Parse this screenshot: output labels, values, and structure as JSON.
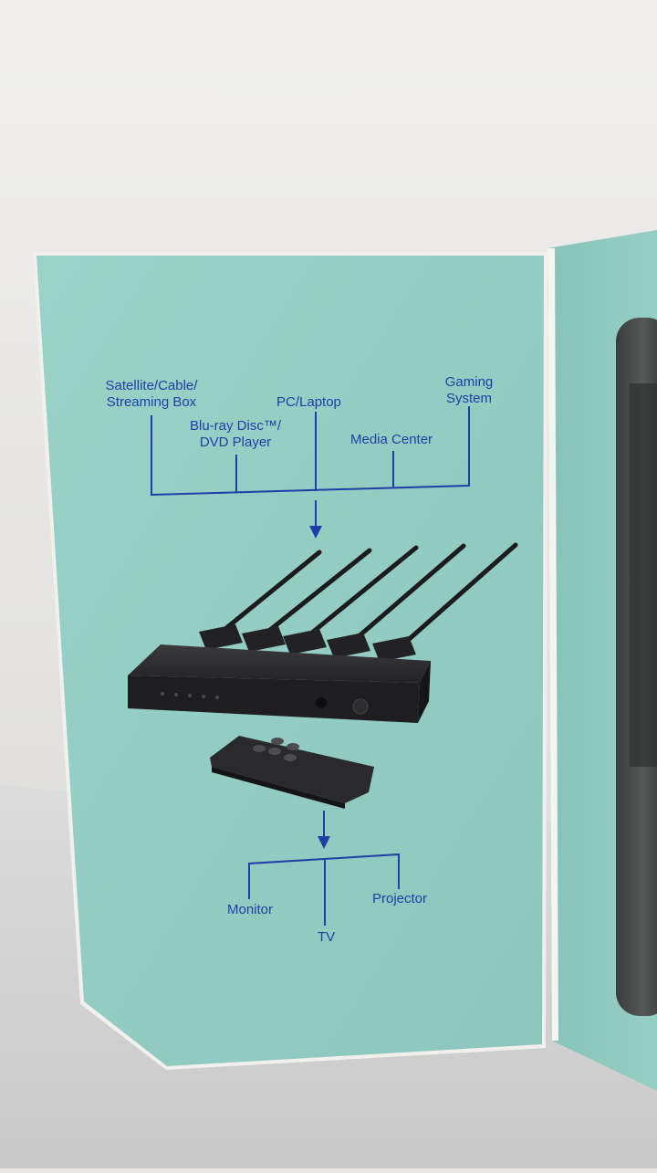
{
  "inputs": {
    "satellite_line1": "Satellite/Cable/",
    "satellite_line2": "Streaming Box",
    "bluray_line1": "Blu-ray Disc™/",
    "bluray_line2": "DVD Player",
    "pc_laptop": "PC/Laptop",
    "media_center": "Media Center",
    "gaming_line1": "Gaming",
    "gaming_line2": "System"
  },
  "outputs": {
    "monitor": "Monitor",
    "tv": "TV",
    "projector": "Projector"
  },
  "colors": {
    "panel": "#93cdc3",
    "line": "#1f3fa6",
    "switch_body": "#2b2b2d"
  }
}
